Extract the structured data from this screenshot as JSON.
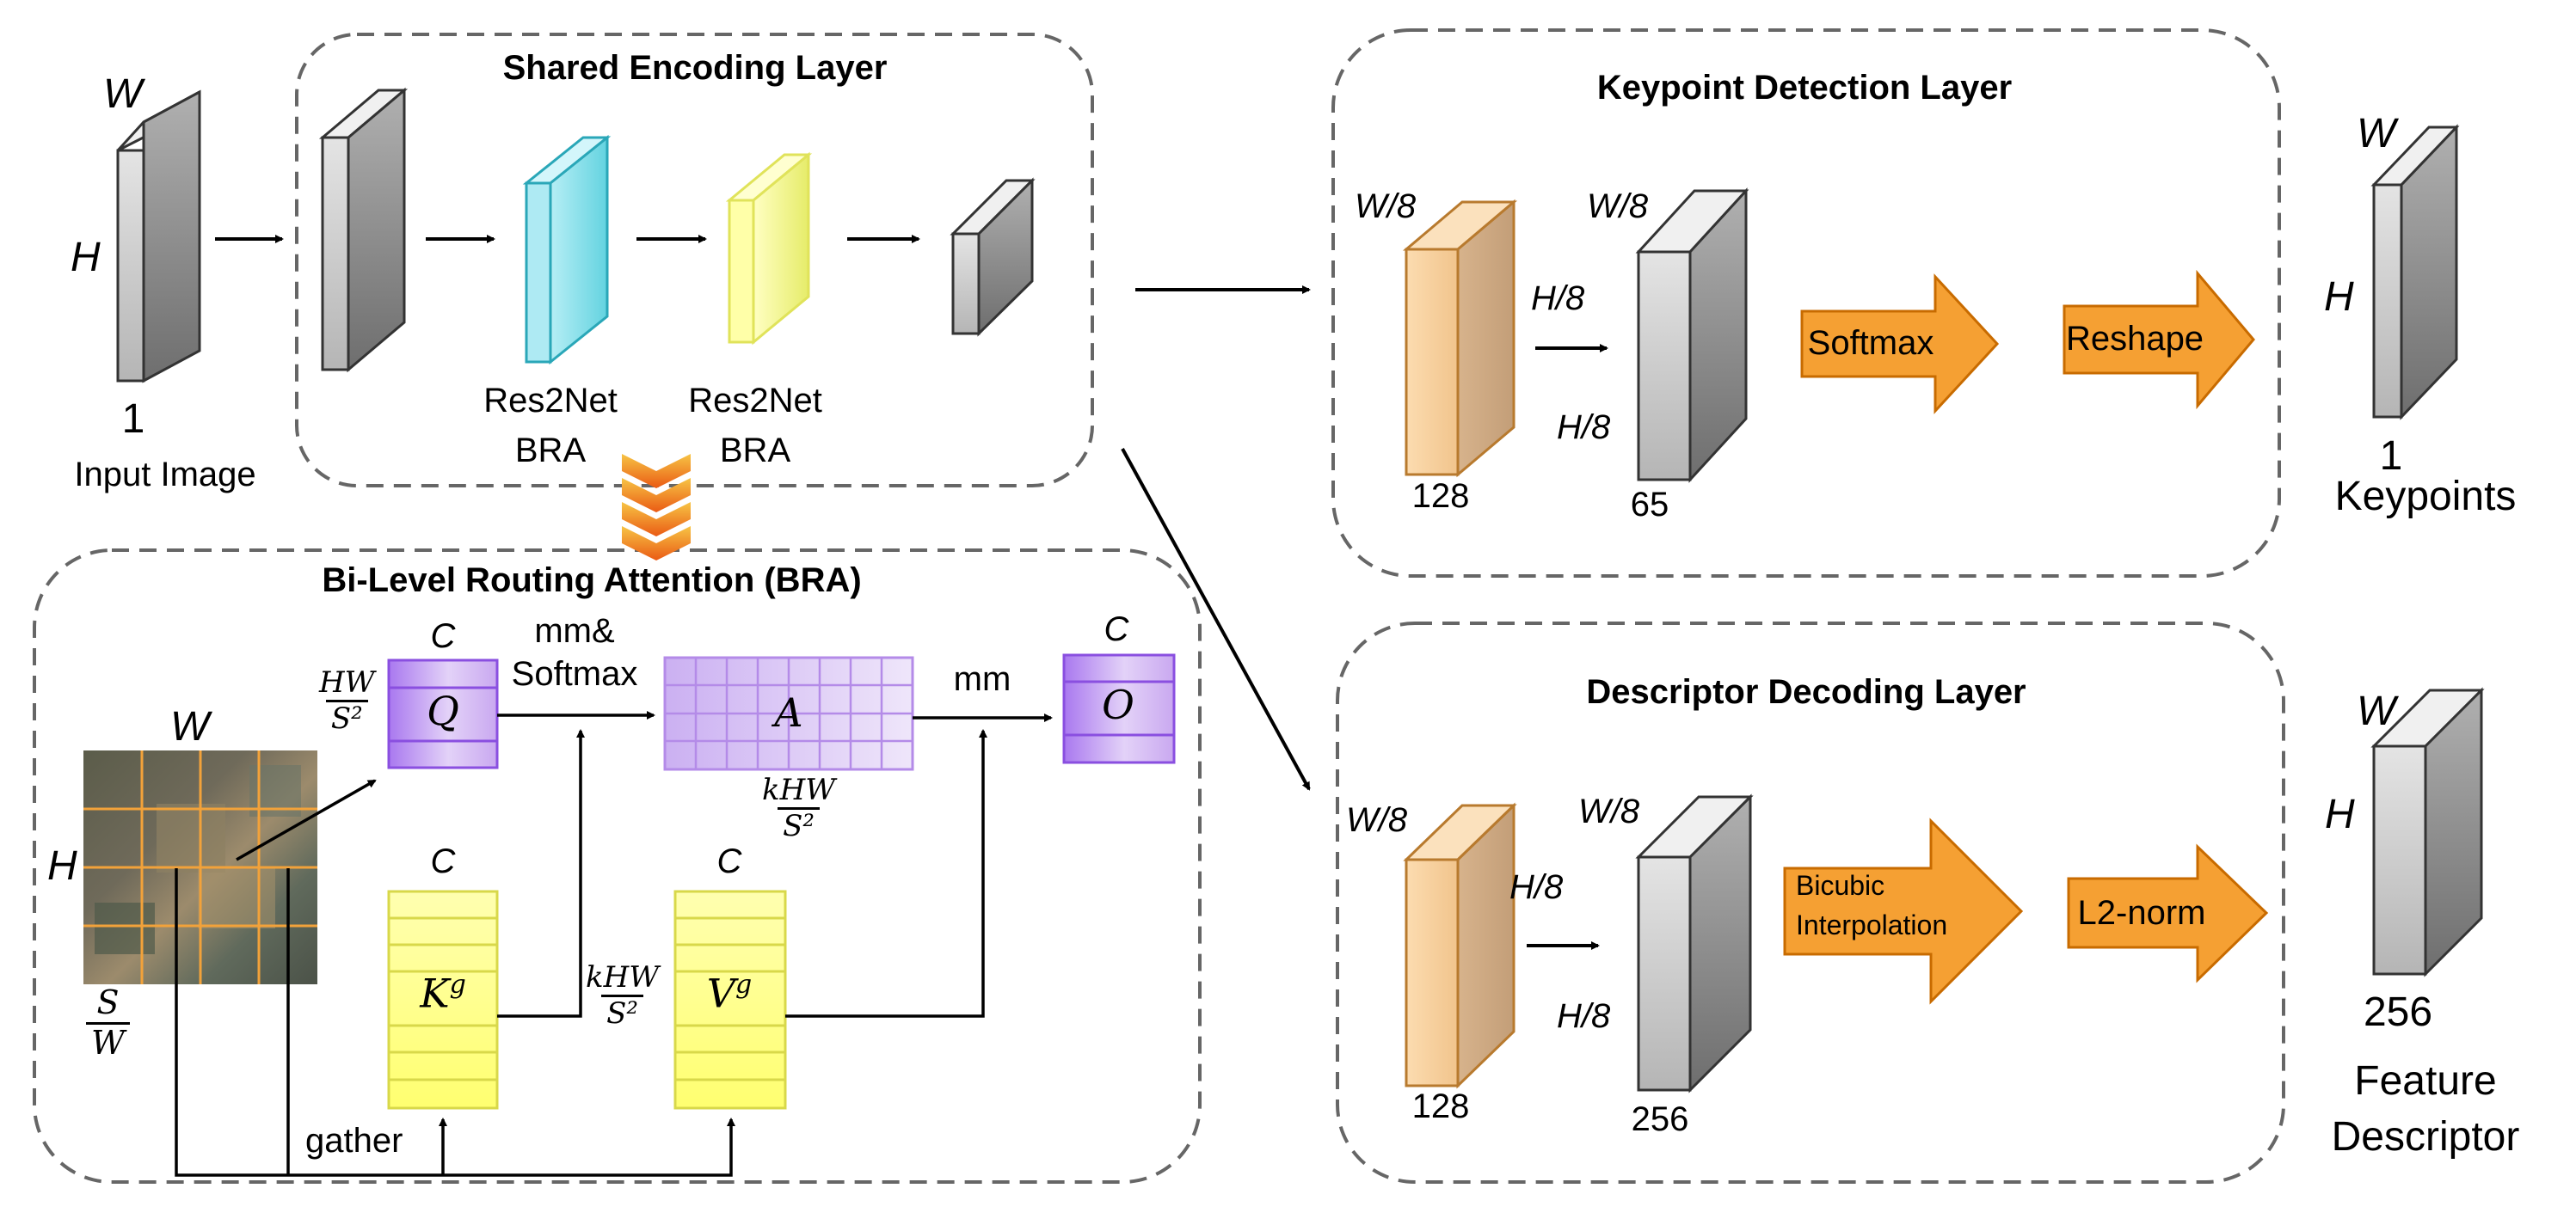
{
  "colors": {
    "arrow_fill": "#f5a033",
    "arrow_stroke": "#c86b00",
    "res2net_cyan": "#5fd0de",
    "bra_yellow": "#ffff80",
    "query_purple": "#c9a8f0",
    "orange_block": "#f3c894",
    "gray_block": "#b8b8b8",
    "dash_border": "#666666"
  },
  "shared_encoding": {
    "title": "Shared Encoding Layer",
    "input_w": "W",
    "input_h": "H",
    "input_c": "1",
    "input_label": "Input Image",
    "res2net_label_1": "Res2Net",
    "bra_label_1": "BRA",
    "res2net_label_2": "Res2Net",
    "bra_label_2": "BRA"
  },
  "bra": {
    "title": "Bi-Level Routing Attention (BRA)",
    "img_w": "W",
    "img_h": "H",
    "s_num": "S",
    "s_den": "W",
    "q_c": "C",
    "q_sym": "Q",
    "hw_num": "HW",
    "hw_den": "S²",
    "mm_softmax_1": "mm&",
    "mm_softmax_2": "Softmax",
    "a_sym": "A",
    "khw_num": "kHW",
    "khw_den": "S²",
    "mm": "mm",
    "o_c": "C",
    "o_sym": "O",
    "k_c": "C",
    "k_sym": "K",
    "k_sup": "g",
    "v_c": "C",
    "v_sym": "V",
    "v_sup": "g",
    "kv_num": "kHW",
    "kv_den": "S²",
    "gather": "gather"
  },
  "keypoint": {
    "title": "Keypoint Detection Layer",
    "in_w": "W/8",
    "in_c": "128",
    "mid_h_in": "H/8",
    "mid_w": "W/8",
    "mid_h": "H/8",
    "mid_c": "65",
    "softmax": "Softmax",
    "reshape": "Reshape",
    "out_w": "W",
    "out_h": "H",
    "out_c": "1",
    "out_label": "Keypoints"
  },
  "descriptor": {
    "title": "Descriptor Decoding Layer",
    "in_w": "W/8",
    "in_c": "128",
    "mid_h_in": "H/8",
    "mid_w": "W/8",
    "mid_h": "H/8",
    "mid_c": "256",
    "bicubic_1": "Bicubic",
    "bicubic_2": "Interpolation",
    "l2norm": "L2-norm",
    "out_w": "W",
    "out_h": "H",
    "out_c": "256",
    "out_label_1": "Feature",
    "out_label_2": "Descriptor"
  }
}
